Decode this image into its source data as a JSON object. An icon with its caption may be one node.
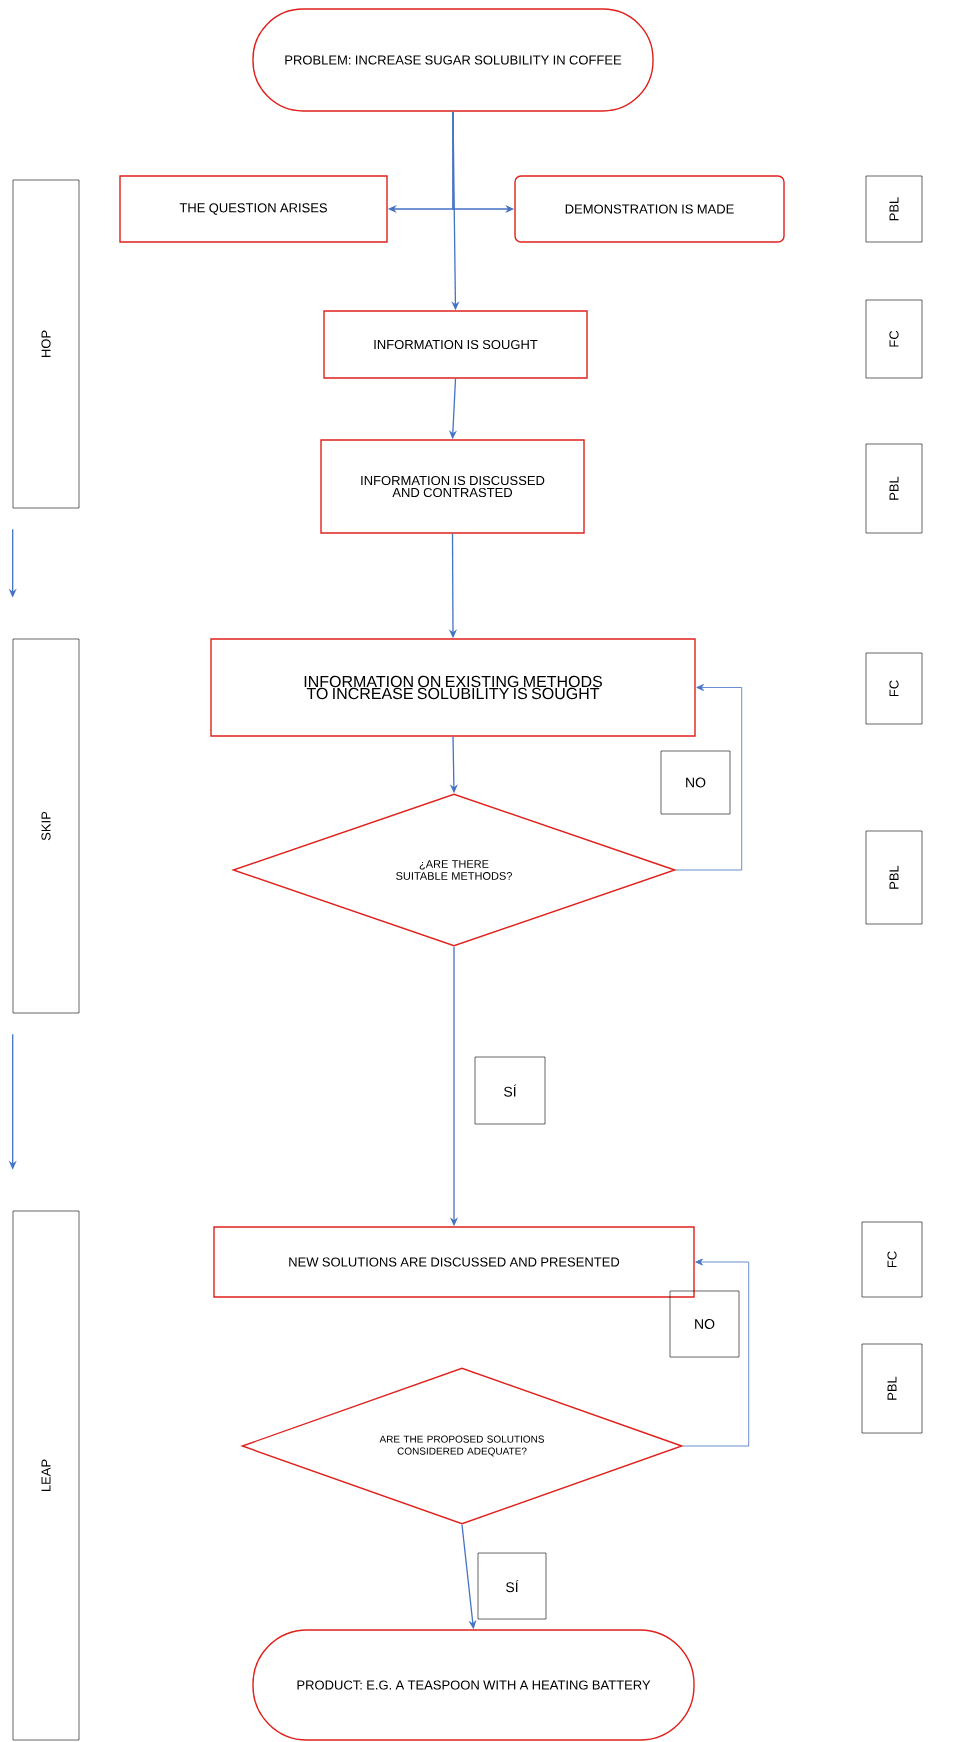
{
  "diagram": {
    "nodes": [
      {
        "text": [
          "PROBLEM: INCREASE SUGAR SOLUBILITY IN COFFEE"
        ]
      },
      {
        "text": [
          "THE QUESTION ARISES"
        ]
      },
      {
        "text": [
          "DEMONSTRATION IS MADE"
        ]
      },
      {
        "text": [
          "INFORMATION IS SOUGHT"
        ]
      },
      {
        "text": [
          "INFORMATION IS DISCUSSED AND CONTRASTED"
        ]
      },
      {
        "text": [
          "INFORMATION ON EXISTING METHODS TO INCREASE SOLUBILITY IS SOUGHT"
        ]
      },
      {
        "text": [
          "¿ARE THERE SUITABLE METHODS?"
        ]
      },
      {
        "text": [
          "NO"
        ]
      },
      {
        "text": [
          "SÍ"
        ]
      },
      {
        "text": [
          "NEW SOLUTIONS ARE DISCUSSED AND PRESENTED"
        ]
      },
      {
        "text": [
          "NO"
        ]
      },
      {
        "text": [
          "ARE THE PROPOSED SOLUTIONS CONSIDERED ADEQUATE?"
        ]
      },
      {
        "text": [
          "SÍ"
        ]
      },
      {
        "text": [
          "PRODUCT: E.G. A TEASPOON WITH A HEATING BATTERY"
        ]
      },
      {
        "text": [
          "HOP"
        ]
      },
      {
        "text": [
          "SKIP"
        ]
      },
      {
        "text": [
          "LEAP"
        ]
      },
      {
        "text": [
          "PBL"
        ]
      },
      {
        "text": [
          "FC"
        ]
      },
      {
        "text": [
          "PBL"
        ]
      },
      {
        "text": [
          "FC"
        ]
      },
      {
        "text": [
          "PBL"
        ]
      },
      {
        "text": [
          "FC"
        ]
      },
      {
        "text": [
          "PBL"
        ]
      }
    ],
    "edges": [
      {
        "from": 0,
        "to": 1,
        "arrow": "to"
      },
      {
        "from": 0,
        "to": 2,
        "arrow": "to"
      },
      {
        "from": 0,
        "to": 3,
        "arrow": "to"
      },
      {
        "from": 3,
        "to": 4,
        "arrow": "to"
      },
      {
        "from": 4,
        "to": 5,
        "arrow": "to"
      },
      {
        "from": 5,
        "to": 6,
        "arrow": "to"
      },
      {
        "from": 6,
        "to": 5,
        "arrow": "to"
      },
      {
        "from": 6,
        "to": 9,
        "arrow": "to"
      },
      {
        "from": 11,
        "to": 9,
        "arrow": "to"
      },
      {
        "from": 11,
        "to": 13,
        "arrow": "to"
      },
      {
        "from": 14,
        "to": 15,
        "arrow": "to"
      },
      {
        "from": 15,
        "to": 16,
        "arrow": "to"
      }
    ]
  }
}
